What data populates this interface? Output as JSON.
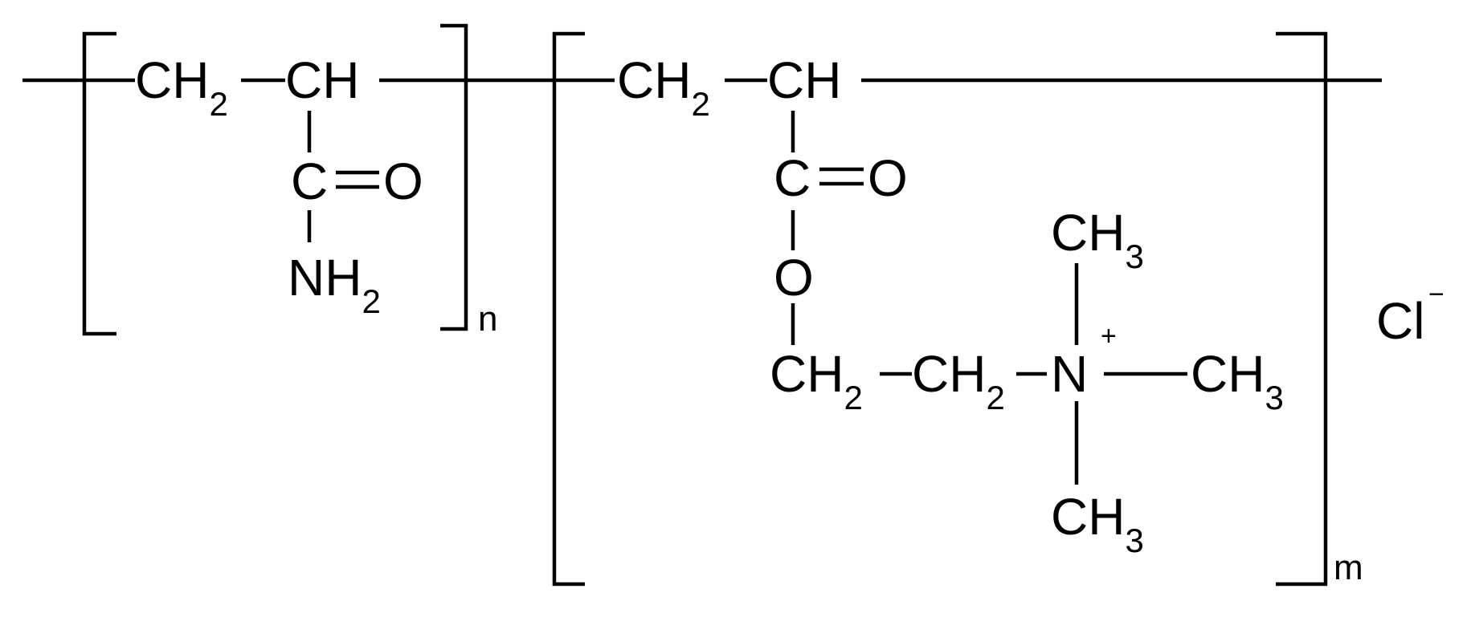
{
  "unit_n": {
    "ch2": {
      "main": "CH",
      "sub": "2"
    },
    "ch": {
      "main": "CH"
    },
    "carbonyl_c": {
      "main": "C"
    },
    "carbonyl_o": {
      "main": "O"
    },
    "amide_n": {
      "main": "NH",
      "sub": "2"
    },
    "repeat_label": "n"
  },
  "unit_m": {
    "ch2": {
      "main": "CH",
      "sub": "2"
    },
    "ch": {
      "main": "CH"
    },
    "carbonyl_c": {
      "main": "C"
    },
    "carbonyl_o": {
      "main": "O"
    },
    "ester_o": {
      "main": "O"
    },
    "ch2_a": {
      "main": "CH",
      "sub": "2"
    },
    "ch2_b": {
      "main": "CH",
      "sub": "2"
    },
    "nitrogen": {
      "main": "N",
      "charge": "+"
    },
    "methyl_top": {
      "main": "CH",
      "sub": "3"
    },
    "methyl_right": {
      "main": "CH",
      "sub": "3"
    },
    "methyl_bottom": {
      "main": "CH",
      "sub": "3"
    },
    "repeat_label": "m"
  },
  "counter_ion": {
    "main": "Cl",
    "charge": "−"
  }
}
